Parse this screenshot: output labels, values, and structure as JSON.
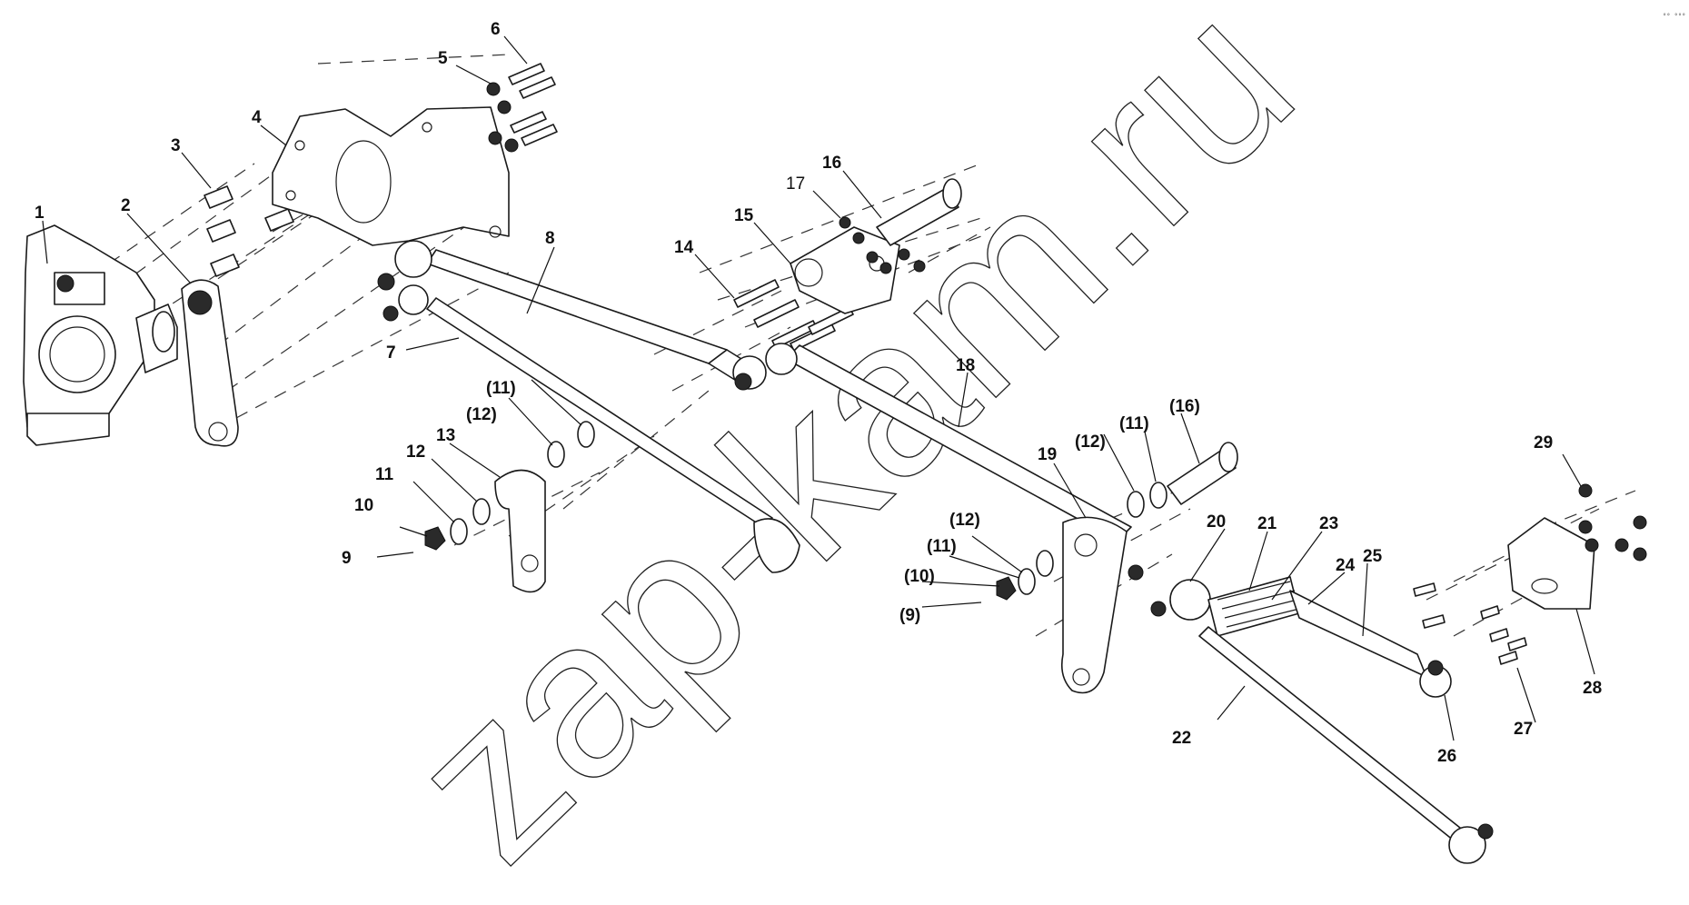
{
  "watermark": "zap-kam.ru",
  "corner_mark": "°° °°°",
  "callouts": [
    {
      "id": "c1",
      "text": "1"
    },
    {
      "id": "c2",
      "text": "2"
    },
    {
      "id": "c3",
      "text": "3"
    },
    {
      "id": "c4",
      "text": "4"
    },
    {
      "id": "c5",
      "text": "5"
    },
    {
      "id": "c6",
      "text": "6"
    },
    {
      "id": "c7",
      "text": "7"
    },
    {
      "id": "c8",
      "text": "8"
    },
    {
      "id": "c9",
      "text": "9"
    },
    {
      "id": "c10",
      "text": "10"
    },
    {
      "id": "c11",
      "text": "11"
    },
    {
      "id": "c12",
      "text": "12"
    },
    {
      "id": "c13",
      "text": "13"
    },
    {
      "id": "c14",
      "text": "14"
    },
    {
      "id": "c15",
      "text": "15"
    },
    {
      "id": "c16",
      "text": "16"
    },
    {
      "id": "c17",
      "text": "17"
    },
    {
      "id": "c18",
      "text": "18"
    },
    {
      "id": "c19",
      "text": "19"
    },
    {
      "id": "c20",
      "text": "20"
    },
    {
      "id": "c21",
      "text": "21"
    },
    {
      "id": "c22",
      "text": "22"
    },
    {
      "id": "c23",
      "text": "23"
    },
    {
      "id": "c24",
      "text": "24"
    },
    {
      "id": "c25",
      "text": "25"
    },
    {
      "id": "c26",
      "text": "26"
    },
    {
      "id": "c27",
      "text": "27"
    },
    {
      "id": "c28",
      "text": "28"
    },
    {
      "id": "c29",
      "text": "29"
    },
    {
      "id": "p11a",
      "text": "(11)"
    },
    {
      "id": "p12a",
      "text": "(12)"
    },
    {
      "id": "p16",
      "text": "(16)"
    },
    {
      "id": "p12b",
      "text": "(12)"
    },
    {
      "id": "p11b",
      "text": "(11)"
    },
    {
      "id": "p12c",
      "text": "(12)"
    },
    {
      "id": "p11c",
      "text": "(11)"
    },
    {
      "id": "p10",
      "text": "(10)"
    },
    {
      "id": "p9",
      "text": "(9)"
    }
  ]
}
